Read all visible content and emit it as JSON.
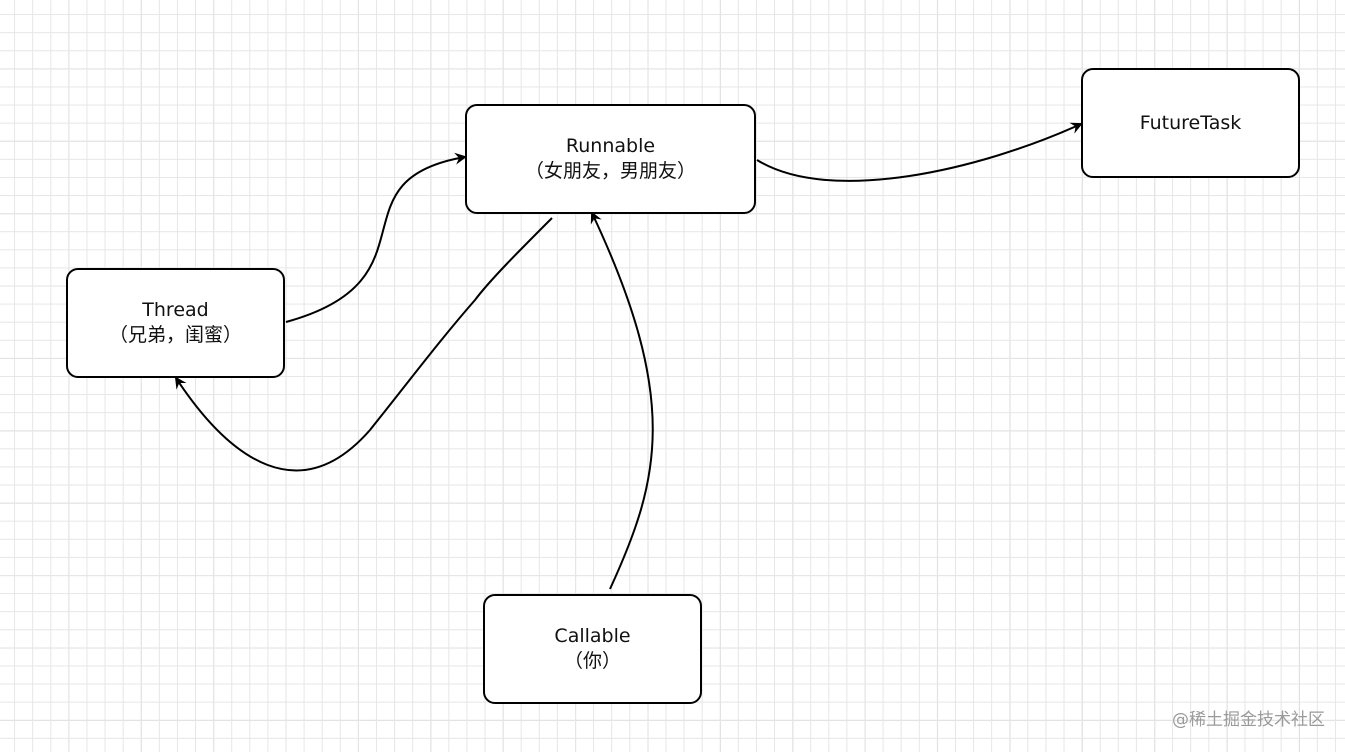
{
  "nodes": {
    "runnable": {
      "line1": "Runnable",
      "line2": "（女朋友，男朋友）"
    },
    "thread": {
      "line1": "Thread",
      "line2": "（兄弟，闺蜜）"
    },
    "futuretask": {
      "line1": "FutureTask"
    },
    "callable": {
      "line1": "Callable",
      "line2": "（你）"
    }
  },
  "edges": [
    {
      "from": "thread",
      "to": "runnable"
    },
    {
      "from": "runnable",
      "to": "thread"
    },
    {
      "from": "runnable",
      "to": "futuretask"
    },
    {
      "from": "callable",
      "to": "runnable"
    }
  ],
  "watermark": "@稀土掘金技术社区",
  "colors": {
    "stroke": "#000000",
    "grid": "#d8d8d8",
    "watermark": "#9a9a9a"
  }
}
